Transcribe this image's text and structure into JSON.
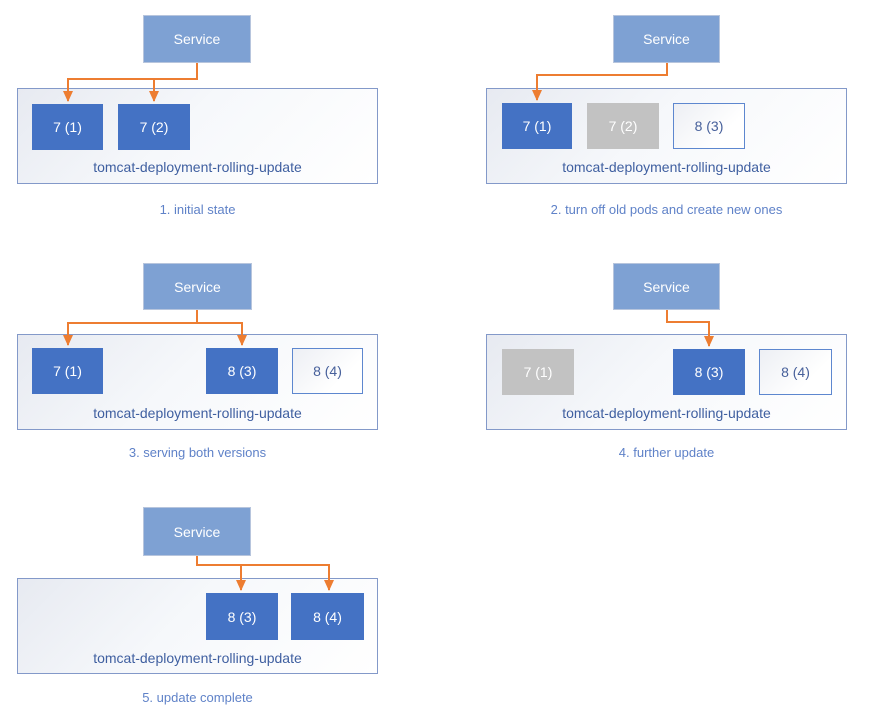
{
  "colors": {
    "pod_active": "#4472C4",
    "pod_stopped": "#C2C2C2",
    "pod_new_border": "#5D87CF",
    "pod_new_text": "#47609B",
    "service_fill": "#7EA1D3",
    "service_border": "#B7C5DD",
    "container_border": "#8399C9",
    "connector": "#ED7D31",
    "deployment_text": "#3F5FA0",
    "caption_text": "#5F82C8"
  },
  "diagrams": [
    {
      "caption": "1. initial state",
      "service": "Service",
      "deployment": "tomcat-deployment-rolling-update",
      "pods": [
        {
          "label": "7 (1)",
          "state": "active"
        },
        {
          "label": "7 (2)",
          "state": "active"
        }
      ]
    },
    {
      "caption": "2. turn off old pods and create new ones",
      "service": "Service",
      "deployment": "tomcat-deployment-rolling-update",
      "pods": [
        {
          "label": "7 (1)",
          "state": "active"
        },
        {
          "label": "7 (2)",
          "state": "stopped"
        },
        {
          "label": "8 (3)",
          "state": "new"
        }
      ]
    },
    {
      "caption": "3. serving both versions",
      "service": "Service",
      "deployment": "tomcat-deployment-rolling-update",
      "pods": [
        {
          "label": "7 (1)",
          "state": "active"
        },
        {
          "label": "8 (3)",
          "state": "active"
        },
        {
          "label": "8 (4)",
          "state": "new"
        }
      ]
    },
    {
      "caption": "4. further update",
      "service": "Service",
      "deployment": "tomcat-deployment-rolling-update",
      "pods": [
        {
          "label": "7 (1)",
          "state": "stopped"
        },
        {
          "label": "8 (3)",
          "state": "active"
        },
        {
          "label": "8 (4)",
          "state": "new"
        }
      ]
    },
    {
      "caption": "5. update complete",
      "service": "Service",
      "deployment": "tomcat-deployment-rolling-update",
      "pods": [
        {
          "label": "8 (3)",
          "state": "active"
        },
        {
          "label": "8 (4)",
          "state": "active"
        }
      ]
    }
  ]
}
